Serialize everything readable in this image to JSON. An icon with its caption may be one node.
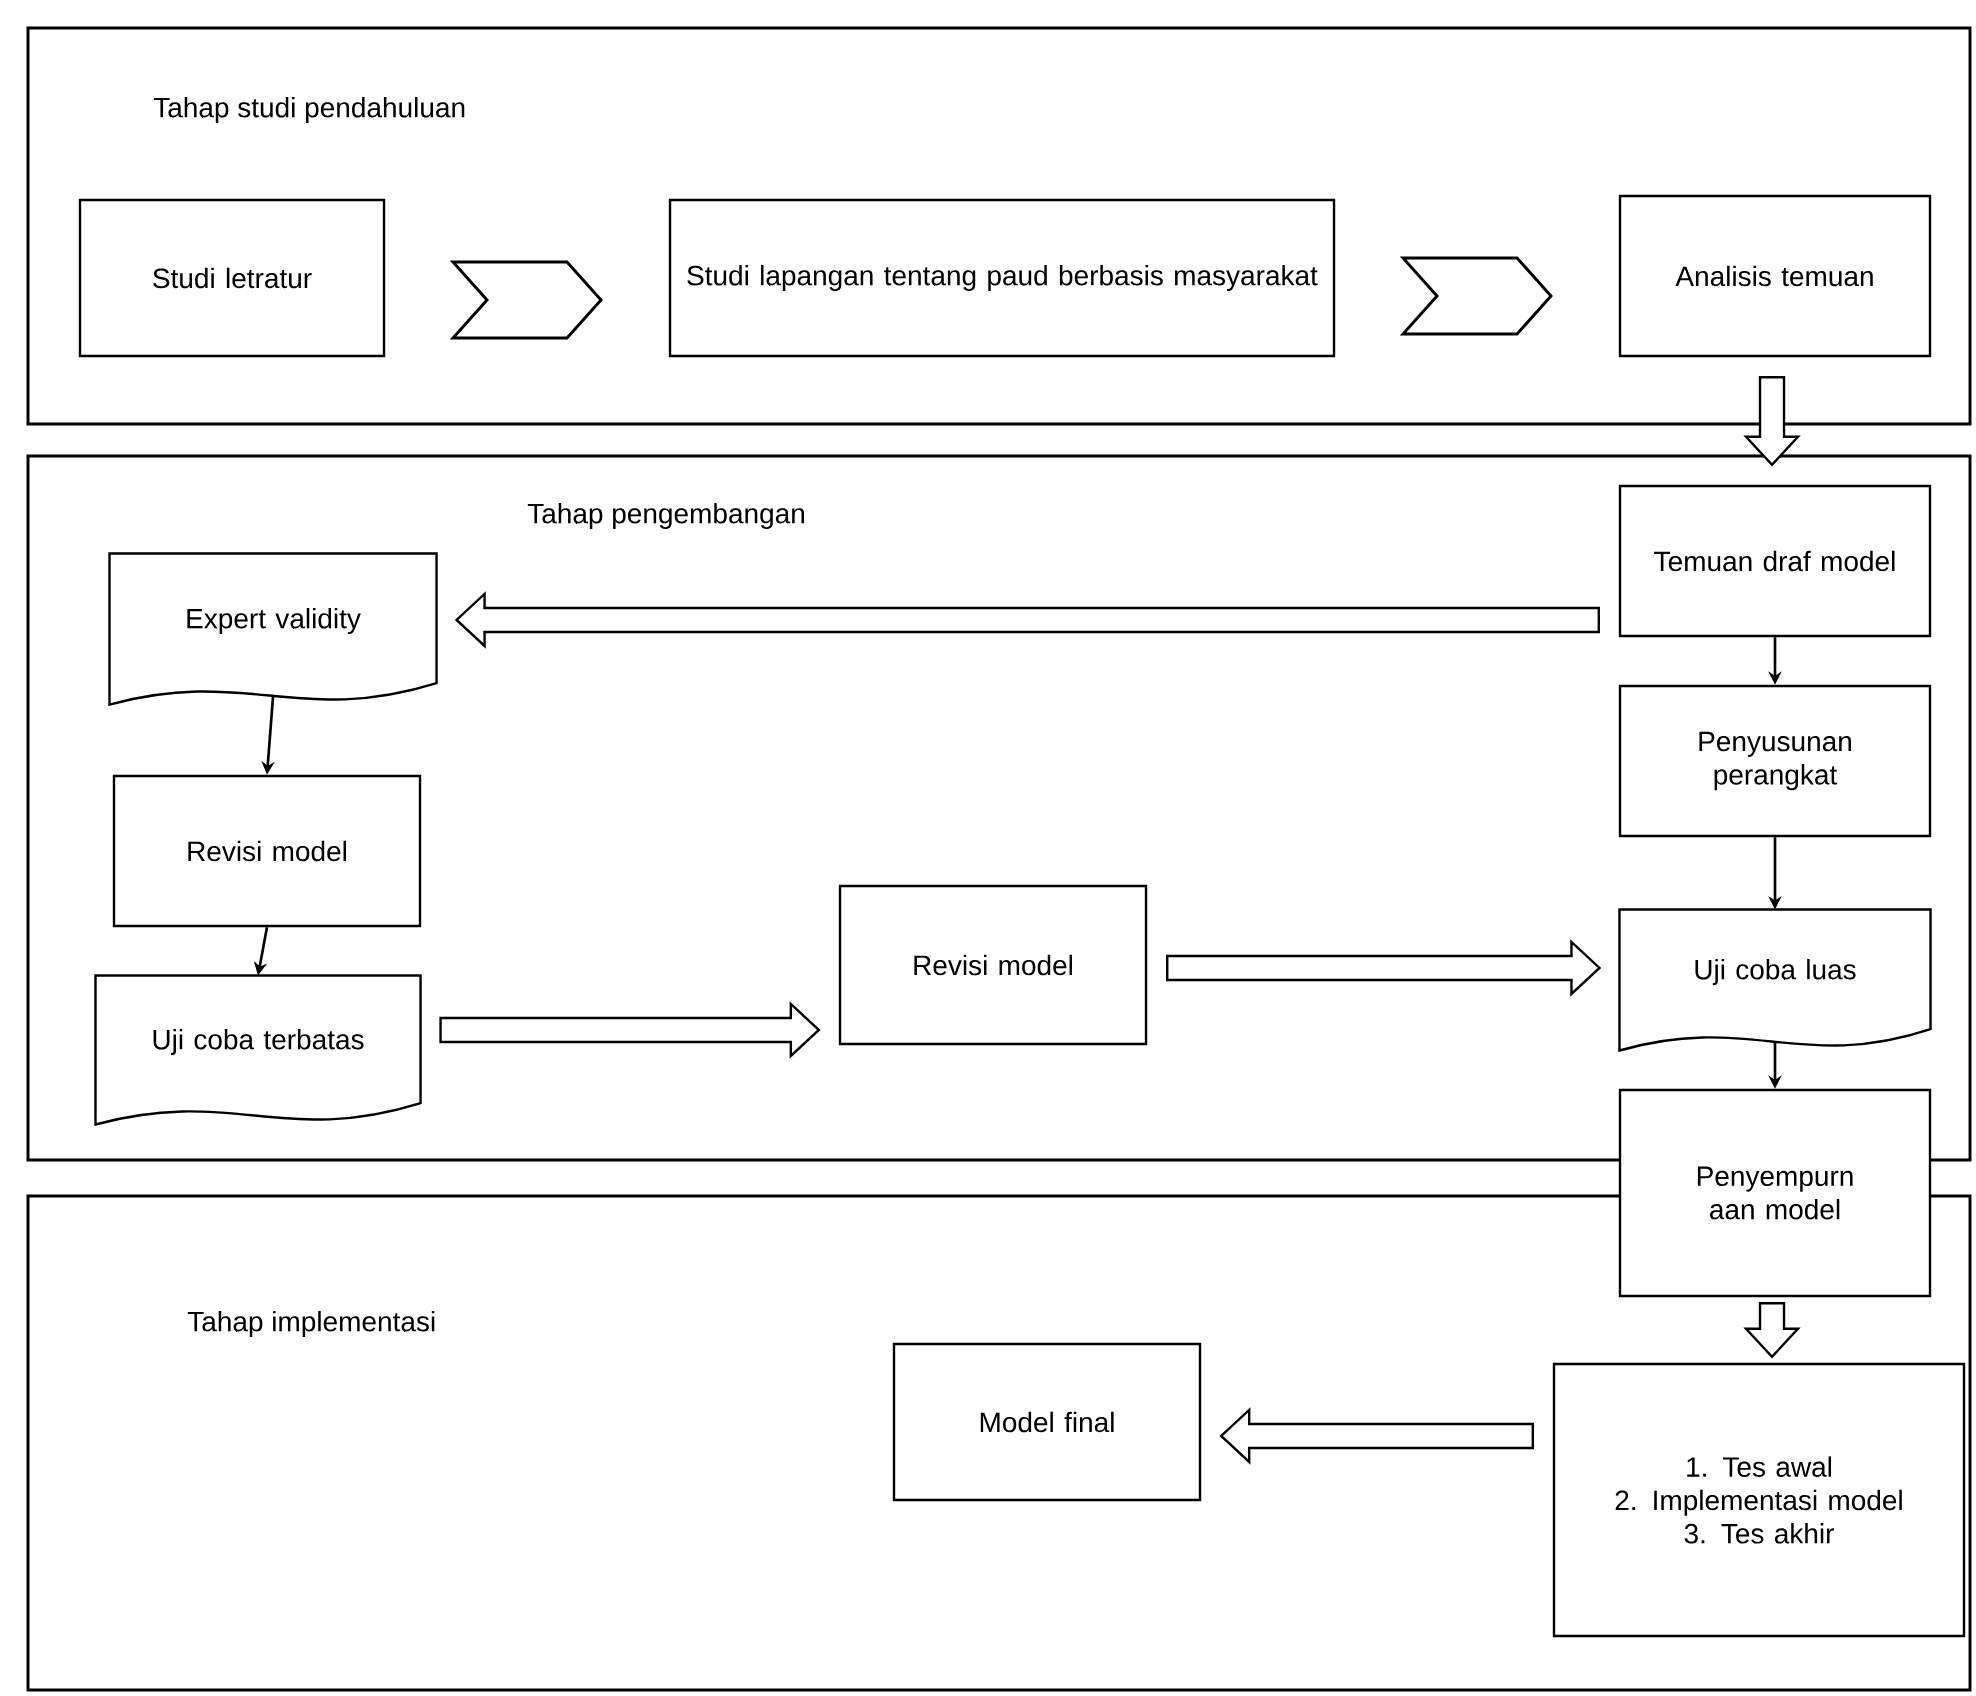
{
  "diagram": {
    "nodes": [
      {
        "text": [
          "Tahap studi pendahuluan"
        ]
      },
      {
        "text": [
          "Studi letratur"
        ],
        "in": 0
      },
      {
        "text": [
          "Studi lapangan tentang paud berbasis masyarakat"
        ],
        "in": 0
      },
      {
        "text": [
          "Analisis temuan"
        ],
        "in": 0
      },
      {
        "text": [
          "Tahap pengembangan"
        ]
      },
      {
        "text": [
          "Temuan draf model"
        ],
        "in": 4
      },
      {
        "text": [
          "Penyusunan perangkat"
        ],
        "in": 4
      },
      {
        "text": [
          "Uji coba luas"
        ],
        "in": 4
      },
      {
        "text": [
          "Revisi model"
        ],
        "in": 4
      },
      {
        "text": [
          "Expert validity"
        ],
        "in": 4
      },
      {
        "text": [
          "Revisi model"
        ],
        "in": 4
      },
      {
        "text": [
          "Uji coba terbatas"
        ],
        "in": 4
      },
      {
        "text": [
          "Tahap implementasi"
        ]
      },
      {
        "text": [
          "Penyempurn aan model"
        ]
      },
      {
        "text": [
          "1. Tes awal",
          "2. Implementasi model",
          "3. Tes akhir"
        ],
        "in": 12
      },
      {
        "text": [
          "Model final"
        ],
        "in": 12
      }
    ],
    "edges": [
      {
        "from": 1,
        "to": 2,
        "arrow": "to"
      },
      {
        "from": 2,
        "to": 3,
        "arrow": "to"
      },
      {
        "from": 3,
        "to": 5,
        "arrow": "to",
        "style": "thick"
      },
      {
        "from": 5,
        "to": 6,
        "arrow": "to"
      },
      {
        "from": 6,
        "to": 7,
        "arrow": "to"
      },
      {
        "from": 7,
        "to": 13,
        "arrow": "to"
      },
      {
        "from": 13,
        "to": 14,
        "arrow": "to",
        "style": "thick"
      },
      {
        "from": 14,
        "to": 15,
        "arrow": "to",
        "style": "thick"
      },
      {
        "from": 5,
        "to": 9,
        "arrow": "to",
        "style": "thick"
      },
      {
        "from": 9,
        "to": 10,
        "arrow": "to"
      },
      {
        "from": 10,
        "to": 11,
        "arrow": "to"
      },
      {
        "from": 11,
        "to": 8,
        "arrow": "to",
        "style": "thick"
      },
      {
        "from": 8,
        "to": 7,
        "arrow": "to",
        "style": "thick"
      }
    ]
  }
}
